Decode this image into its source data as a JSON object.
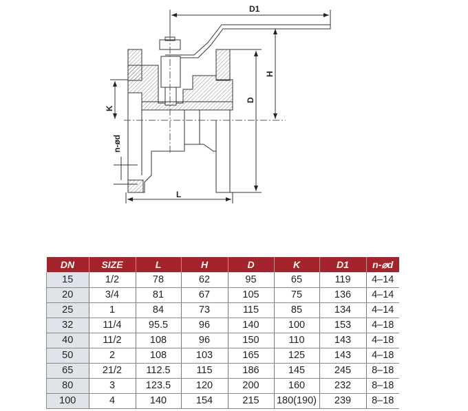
{
  "drawing": {
    "labels": {
      "d1": "D1",
      "h": "H",
      "d": "D",
      "k": "K",
      "nd": "n-ød",
      "l": "L"
    }
  },
  "table": {
    "header_color": "#a3242a",
    "columns": [
      "DN",
      "SIZE",
      "L",
      "H",
      "D",
      "K",
      "D1",
      "n-⌀d"
    ],
    "rows": [
      [
        "15",
        "1/2",
        "78",
        "62",
        "95",
        "65",
        "119",
        "4–14"
      ],
      [
        "20",
        "3/4",
        "81",
        "67",
        "105",
        "75",
        "136",
        "4–14"
      ],
      [
        "25",
        "1",
        "84",
        "73",
        "115",
        "85",
        "134",
        "4–14"
      ],
      [
        "32",
        "11/4",
        "95.5",
        "96",
        "140",
        "100",
        "153",
        "4–18"
      ],
      [
        "40",
        "11/2",
        "108",
        "96",
        "150",
        "110",
        "143",
        "4–18"
      ],
      [
        "50",
        "2",
        "108",
        "103",
        "165",
        "125",
        "143",
        "4–18"
      ],
      [
        "65",
        "21/2",
        "112.5",
        "115",
        "186",
        "145",
        "245",
        "8–18"
      ],
      [
        "80",
        "3",
        "123.5",
        "120",
        "200",
        "160",
        "232",
        "8–18"
      ],
      [
        "100",
        "4",
        "140",
        "154",
        "215",
        "180(190)",
        "239",
        "8–18"
      ]
    ]
  }
}
